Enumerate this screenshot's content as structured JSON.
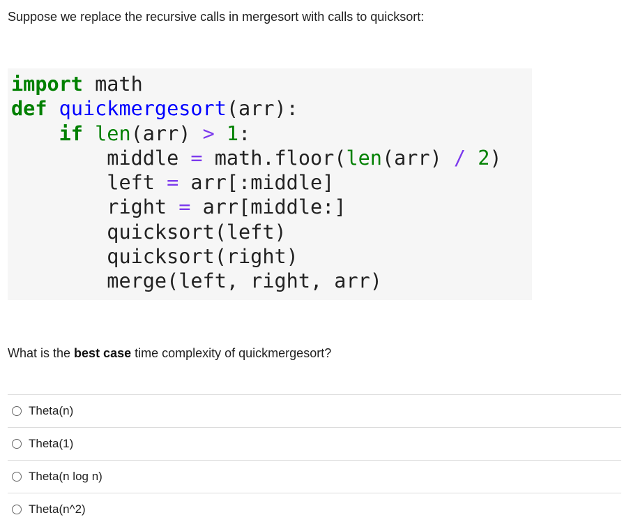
{
  "intro": "Suppose we replace the recursive calls in mergesort with calls to quicksort:",
  "code": {
    "import_kw": "import",
    "import_mod": " math",
    "def_kw": "def",
    "func_name": "quickmergesort",
    "def_args": "(arr):",
    "if_kw": "if",
    "len_call": "len",
    "if_rest1": "(arr) ",
    "gt": ">",
    "one": "1",
    "colon": ":",
    "middle_var": "middle ",
    "eq": "=",
    "math_floor": " math.floor(",
    "len2": "len",
    "arr_part": "(arr) ",
    "div": "/",
    "two": "2",
    "close_paren": ")",
    "left_var": "left ",
    "left_rhs": " arr[:middle]",
    "right_var": "right ",
    "right_rhs": " arr[middle:]",
    "qs_left": "quicksort(left)",
    "qs_right": "quicksort(right)",
    "merge_call": "merge(left, right, arr)"
  },
  "question": {
    "before": "What is the ",
    "bold": "best case",
    "after": " time complexity of quickmergesort?"
  },
  "answers": [
    {
      "label": "Theta(n)"
    },
    {
      "label": "Theta(1)"
    },
    {
      "label": "Theta(n log n)"
    },
    {
      "label": "Theta(n^2)"
    }
  ]
}
